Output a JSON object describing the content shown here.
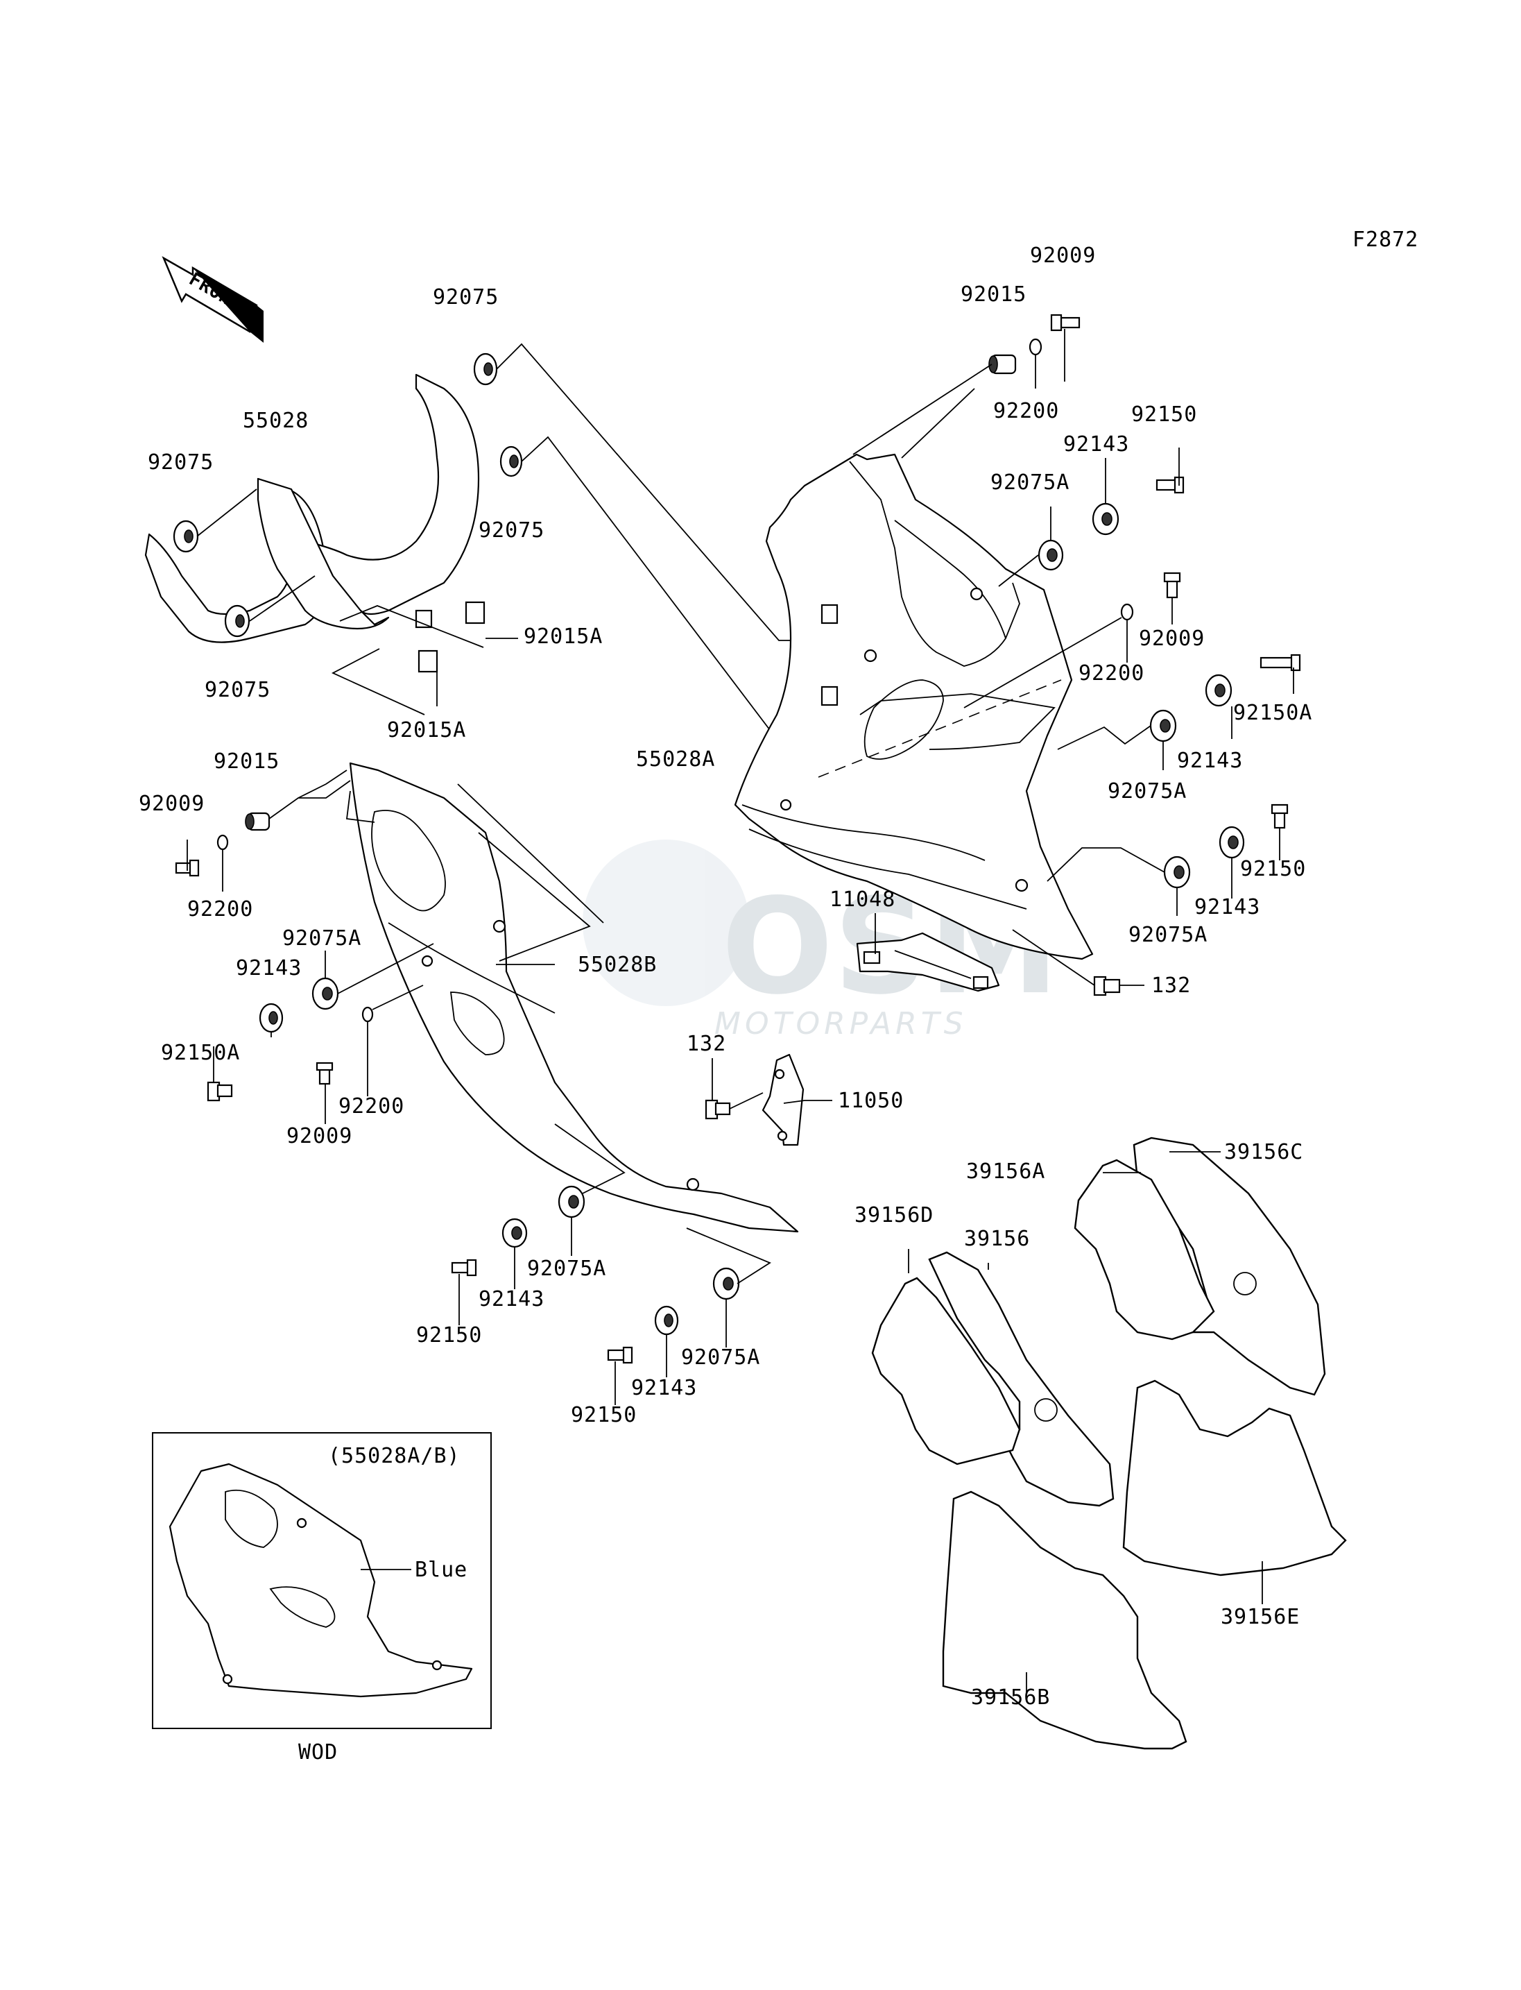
{
  "figure_code": "F2872",
  "front_arrow": {
    "label": "FRONT",
    "icon": "front-direction-arrow-icon"
  },
  "watermark": {
    "brand": "OSM",
    "sub": "MOTORPARTS"
  },
  "labels": {
    "top_92009": "92009",
    "top_92015": "92015",
    "top_92200": "92200",
    "top_92150": "92150",
    "top_92143": "92143",
    "top_92075A": "92075A",
    "r_92009": "92009",
    "r_92200": "92200",
    "r_92150A": "92150A",
    "r_92143a": "92143",
    "r_92075Aa": "92075A",
    "r_92150": "92150",
    "r_92143b": "92143",
    "r_92075Ab": "92075A",
    "r_132": "132",
    "l_92075_top": "92075",
    "l_55028": "55028",
    "l_92075_left": "92075",
    "l_92075_mid": "92075",
    "l_92075_bot": "92075",
    "l_92015A_a": "92015A",
    "l_92015A_b": "92015A",
    "c_55028A": "55028A",
    "c_11048": "11048",
    "c_132": "132",
    "c_11050": "11050",
    "c_55028B": "55028B",
    "ll_92015": "92015",
    "ll_92009": "92009",
    "ll_92200": "92200",
    "ll_92075A": "92075A",
    "ll_92143": "92143",
    "ll_92150A": "92150A",
    "ll_92009b": "92009",
    "ll_92200b": "92200",
    "b_92075A_a": "92075A",
    "b_92143_a": "92143",
    "b_92150_a": "92150",
    "b_92075A_b": "92075A",
    "b_92143_b": "92143",
    "b_92150_b": "92150",
    "p_39156A": "39156A",
    "p_39156C": "39156C",
    "p_39156D": "39156D",
    "p_39156": "39156",
    "p_39156E": "39156E",
    "p_39156B": "39156B"
  },
  "inset": {
    "title": "(55028A/B)",
    "color_label": "Blue",
    "footer": "WOD"
  }
}
